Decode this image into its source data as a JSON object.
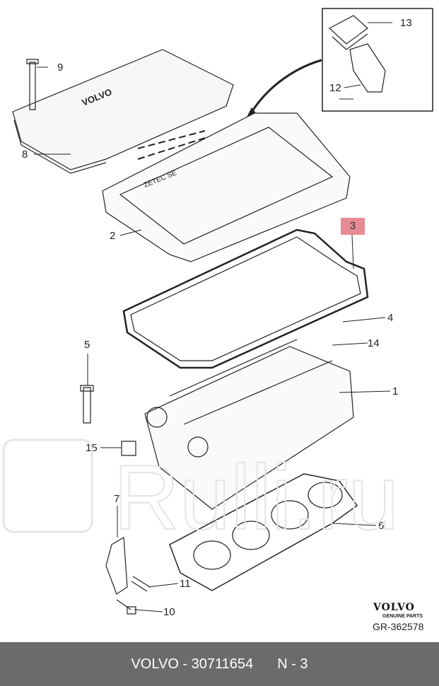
{
  "diagram": {
    "callouts": [
      "13",
      "12",
      "9",
      "8",
      "2",
      "3",
      "4",
      "14",
      "5",
      "1",
      "15",
      "7",
      "6",
      "11",
      "10"
    ],
    "highlighted_callout": "3",
    "highlight_color": "#e88a93",
    "cover_lettering": "VOLVO",
    "cam_cover_lettering": "ZETEC SE"
  },
  "brand": {
    "logo": "VOLVO",
    "tagline": "GENUINE PARTS",
    "ref": "GR-362578"
  },
  "footer": {
    "part": "VOLVO - 30711654",
    "position": "N - 3",
    "bg": "#6b6b6b"
  },
  "watermark": "Rulli.ru"
}
